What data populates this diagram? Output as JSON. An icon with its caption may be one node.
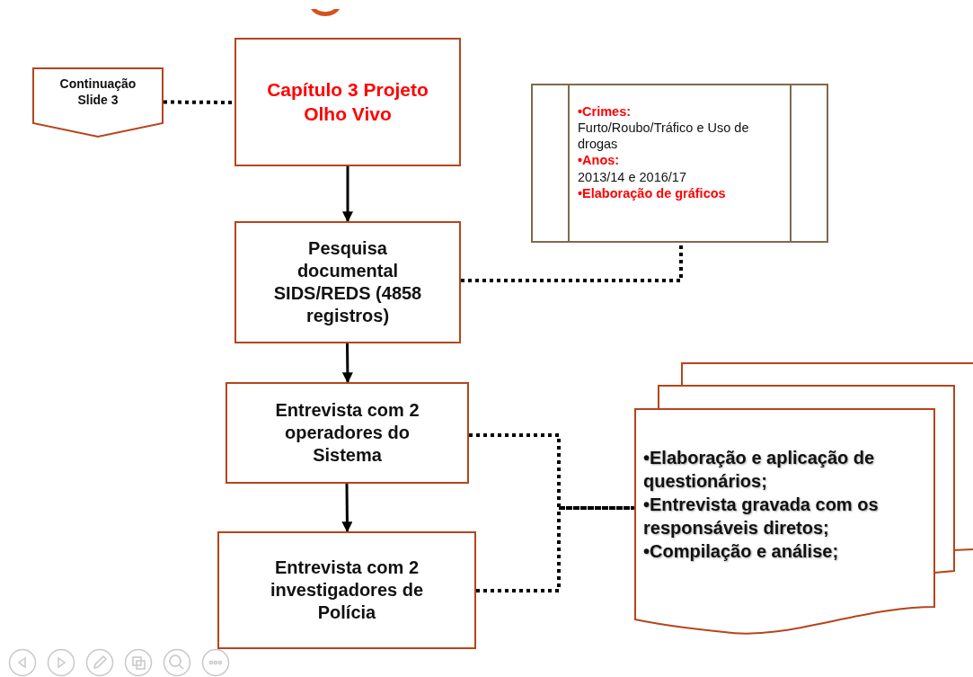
{
  "diagram": {
    "nodes": [
      {
        "text": [
          "Continuação Slide 3"
        ]
      },
      {
        "text": [
          "Capítulo 3 Projeto Olho Vivo"
        ]
      },
      {
        "text": [
          "Pesquisa documental SIDS/REDS (4858 registros)"
        ]
      },
      {
        "text": [
          "Entrevista com 2 operadores do Sistema"
        ]
      },
      {
        "text": [
          "Entrevista com 2 investigadores de Polícia"
        ]
      },
      {
        "text": [
          "•Crimes:",
          "Furto/Roubo/Tráfico e Uso de drogas",
          "•Anos:",
          "2013/14 e 2016/17",
          "•Elaboração de gráficos"
        ]
      },
      {
        "text": [
          "•Elaboração e aplicação de questionários;",
          "•Entrevista gravada com os responsáveis diretos;",
          "•Compilação e análise;"
        ]
      }
    ],
    "edges": [
      {
        "from": 0,
        "to": 1,
        "arrow": "none",
        "style": "dashed"
      },
      {
        "from": 1,
        "to": 2,
        "arrow": "to"
      },
      {
        "from": 2,
        "to": 3,
        "arrow": "to"
      },
      {
        "from": 3,
        "to": 4,
        "arrow": "to"
      },
      {
        "from": 2,
        "to": 5,
        "arrow": "none",
        "style": "dashed"
      },
      {
        "from": 3,
        "to": 6,
        "arrow": "none",
        "style": "dashed"
      },
      {
        "from": 4,
        "to": 6,
        "arrow": "none",
        "style": "dashed"
      }
    ]
  }
}
